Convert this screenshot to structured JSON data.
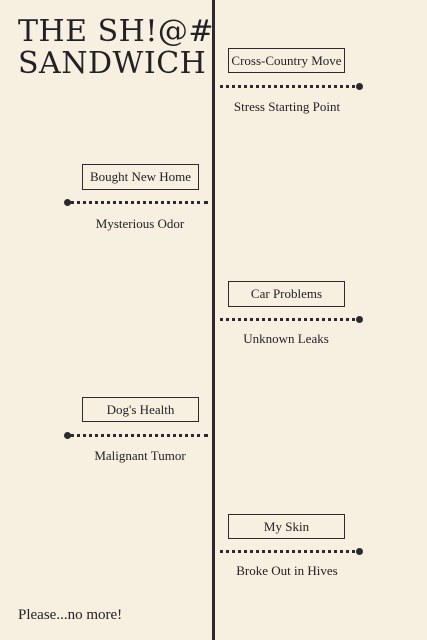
{
  "title": {
    "line1": "THE SH!@#",
    "line2": "SANDWICH"
  },
  "events": [
    {
      "label": "Cross-Country Move",
      "caption": "Stress Starting Point",
      "side": "right"
    },
    {
      "label": "Bought New Home",
      "caption": "Mysterious Odor",
      "side": "left"
    },
    {
      "label": "Car Problems",
      "caption": "Unknown Leaks",
      "side": "right"
    },
    {
      "label": "Dog's Health",
      "caption": "Malignant Tumor",
      "side": "left"
    },
    {
      "label": "My Skin",
      "caption": "Broke Out in Hives",
      "side": "right"
    }
  ],
  "footer": "Please...no more!",
  "colors": {
    "background": "#f7efe0",
    "ink": "#2a2a30"
  }
}
